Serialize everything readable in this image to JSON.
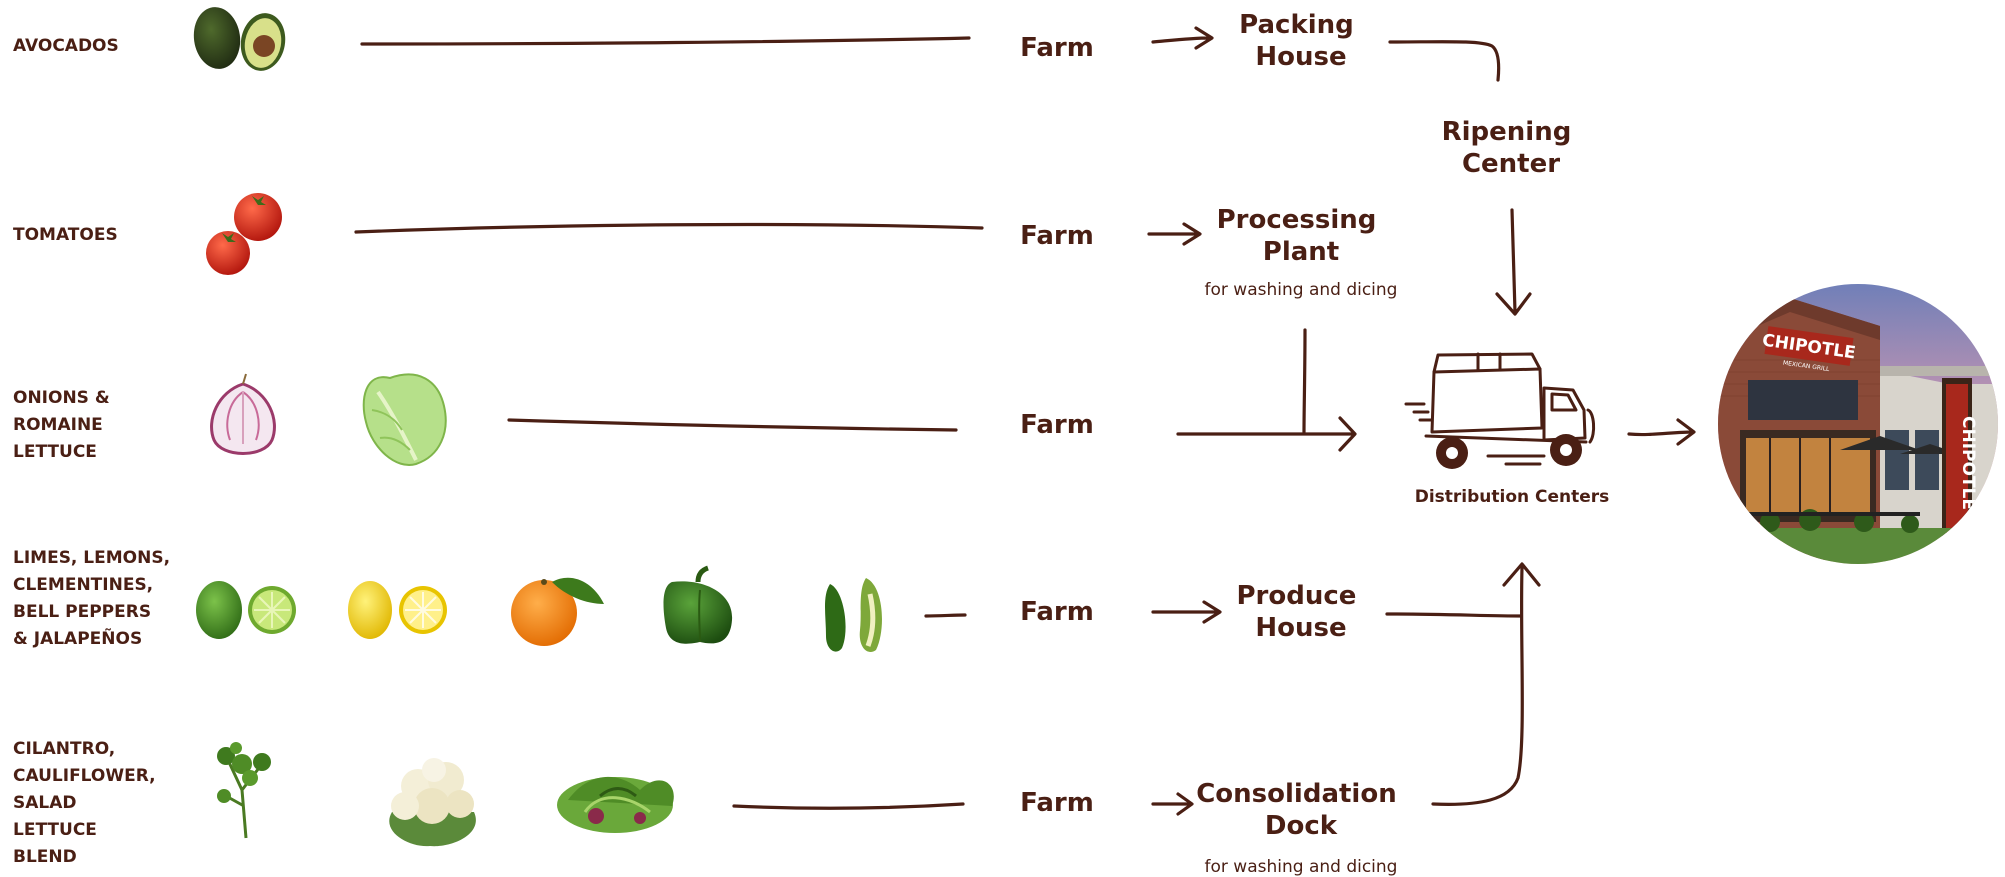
{
  "products": [
    {
      "id": "avocados",
      "lines": [
        "AVOCADOS"
      ]
    },
    {
      "id": "tomatoes",
      "lines": [
        "TOMATOES"
      ]
    },
    {
      "id": "onions",
      "lines": [
        "ONIONS &",
        "ROMAINE",
        "LETTUCE"
      ]
    },
    {
      "id": "citrus",
      "lines": [
        "LIMES, LEMONS,",
        "CLEMENTINES,",
        "BELL PEPPERS",
        "& JALAPEÑOS"
      ]
    },
    {
      "id": "cilantro",
      "lines": [
        "CILANTRO,",
        "CAULIFLOWER,",
        "SALAD",
        "LETTUCE",
        "BLEND"
      ]
    }
  ],
  "farm_label": "Farm",
  "stages": {
    "packing_house": [
      "Packing",
      "House"
    ],
    "ripening_center": [
      "Ripening",
      "Center"
    ],
    "processing_plant": [
      "Processing",
      "Plant"
    ],
    "processing_note": "for washing and dicing",
    "produce_house": [
      "Produce",
      "House"
    ],
    "consolidation_dock": [
      "Consolidation",
      "Dock"
    ],
    "consolidation_note": "for washing and dicing"
  },
  "distribution": {
    "label": "Distribution Centers"
  },
  "restaurant": {
    "sign_text": "CHIPOTLE",
    "sign_sub": "MEXICAN GRILL"
  },
  "colors": {
    "brown": "#4a1f14",
    "sign_red": "#a8281c"
  }
}
